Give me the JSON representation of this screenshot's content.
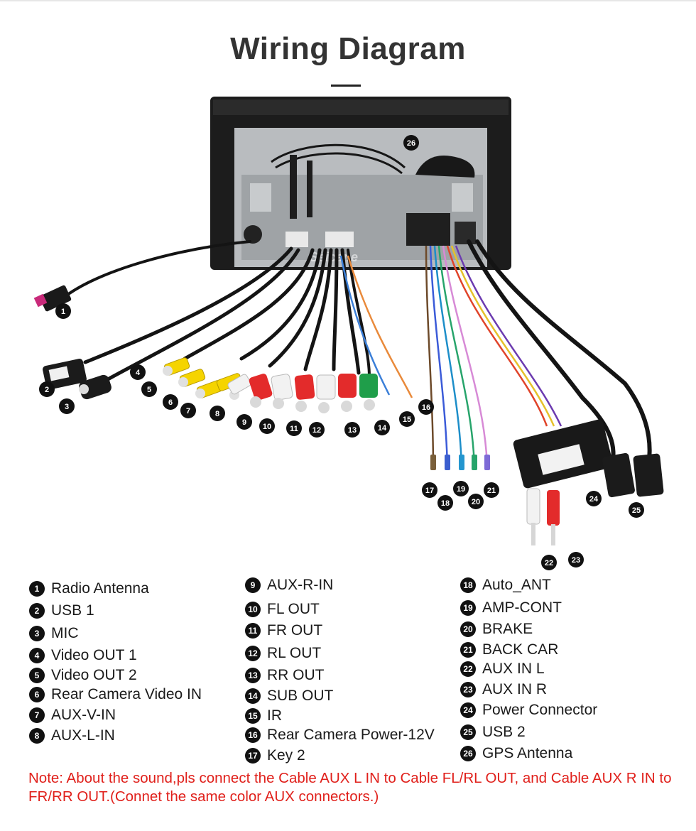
{
  "title": "Wiring Diagram",
  "watermark": "Seicane",
  "colors": {
    "accent_red": "#e0201b",
    "badge": "#111111",
    "rca_yellow": "#f5d400",
    "rca_red": "#e32b2b",
    "rca_white": "#f2f2f2",
    "rca_green": "#1f9e4a"
  },
  "legend": {
    "col1": [
      {
        "num": "1",
        "label": "Radio Antenna"
      },
      {
        "num": "2",
        "label": "USB 1"
      },
      {
        "num": "3",
        "label": "MIC"
      },
      {
        "num": "4",
        "label": "Video OUT 1"
      },
      {
        "num": "5",
        "label": "Video OUT 2"
      },
      {
        "num": "6",
        "label": "Rear Camera Video IN"
      },
      {
        "num": "7",
        "label": "AUX-V-IN"
      },
      {
        "num": "8",
        "label": "AUX-L-IN"
      }
    ],
    "col2": [
      {
        "num": "9",
        "label": "AUX-R-IN"
      },
      {
        "num": "10",
        "label": "FL OUT"
      },
      {
        "num": "11",
        "label": "FR OUT"
      },
      {
        "num": "12",
        "label": "RL OUT"
      },
      {
        "num": "13",
        "label": "RR OUT"
      },
      {
        "num": "14",
        "label": "SUB OUT"
      },
      {
        "num": "15",
        "label": "IR"
      },
      {
        "num": "16",
        "label": "Rear Camera Power-12V"
      },
      {
        "num": "17",
        "label": "Key 2"
      }
    ],
    "col3": [
      {
        "num": "18",
        "label": "Auto_ANT"
      },
      {
        "num": "19",
        "label": "AMP-CONT"
      },
      {
        "num": "20",
        "label": "BRAKE"
      },
      {
        "num": "21",
        "label": "BACK CAR"
      },
      {
        "num": "22",
        "label": "AUX IN L"
      },
      {
        "num": "23",
        "label": "AUX IN R"
      },
      {
        "num": "24",
        "label": "Power Connector"
      },
      {
        "num": "25",
        "label": "USB 2"
      },
      {
        "num": "26",
        "label": "GPS Antenna"
      }
    ]
  },
  "note": "Note: About the sound,pls connect the Cable AUX L IN to Cable FL/RL OUT, and Cable AUX R IN to  FR/RR OUT.(Connet the same color AUX connectors.)"
}
